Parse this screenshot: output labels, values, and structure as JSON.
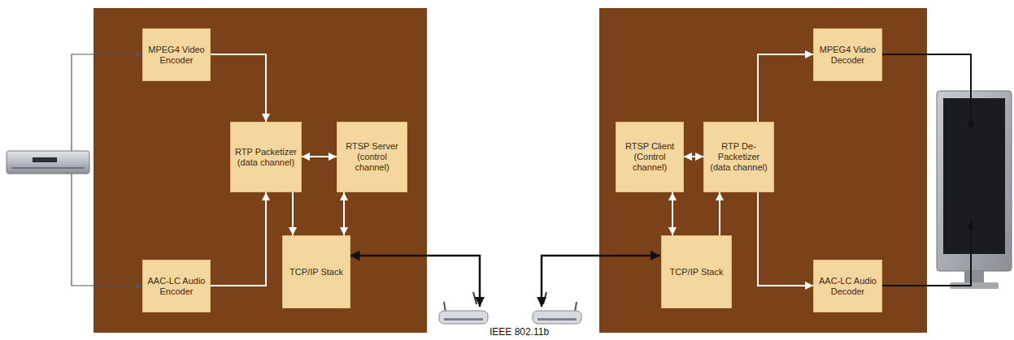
{
  "diagram": {
    "nodes": [
      {
        "text": [
          "MPEG4 Video Encoder"
        ]
      },
      {
        "text": [
          "RTP Packetizer (data channel)"
        ]
      },
      {
        "text": [
          "RTSP Server (control channel)"
        ]
      },
      {
        "text": [
          "AAC-LC Audio Encoder"
        ]
      },
      {
        "text": [
          "TCP/IP Stack"
        ]
      },
      {
        "text": [
          "RTSP Client (Control channel)"
        ]
      },
      {
        "text": [
          "RTP De-Packetizer (data channel)"
        ]
      },
      {
        "text": [
          "MPEG4 Video Decoder"
        ]
      },
      {
        "text": [
          "TCP/IP Stack"
        ]
      },
      {
        "text": [
          "AAC-LC Audio Decoder"
        ]
      }
    ],
    "edges": [
      {
        "from": 0,
        "to": 1,
        "arrow": "to"
      },
      {
        "from": 3,
        "to": 1,
        "arrow": "to"
      },
      {
        "from": 1,
        "to": 2,
        "arrow": "both"
      },
      {
        "from": 1,
        "to": 4,
        "arrow": "to"
      },
      {
        "from": 2,
        "to": 4,
        "arrow": "both"
      },
      {
        "from": 8,
        "to": 5,
        "arrow": "both"
      },
      {
        "from": 8,
        "to": 6,
        "arrow": "to"
      },
      {
        "from": 5,
        "to": 6,
        "arrow": "both"
      },
      {
        "from": 6,
        "to": 7,
        "arrow": "to"
      },
      {
        "from": 6,
        "to": 9,
        "arrow": "to"
      }
    ],
    "labels": [
      "IEEE 802.11b"
    ]
  }
}
